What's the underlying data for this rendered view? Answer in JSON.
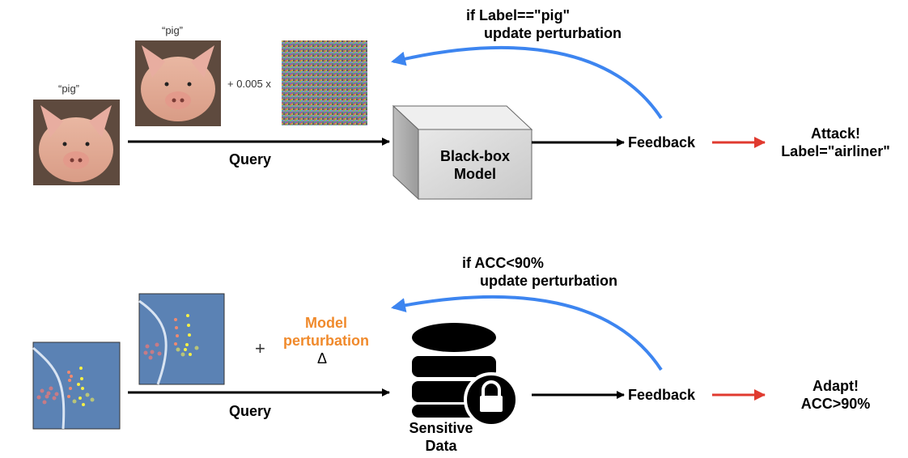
{
  "top": {
    "pig_label_left": "“pig”",
    "pig_label_right": "“pig”",
    "scale_text": "+ 0.005 x",
    "query_label": "Query",
    "model_label_line1": "Black-box",
    "model_label_line2": "Model",
    "feedback_label": "Feedback",
    "feedback_cond_line1": "if  Label==\"pig\"",
    "feedback_cond_line2": "update perturbation",
    "result_line1": "Attack!",
    "result_line2": "Label=\"airliner\""
  },
  "bottom": {
    "plus_sign": "+",
    "perturbation_line1": "Model",
    "perturbation_line2": "perturbation",
    "delta_symbol": "Δ",
    "query_label": "Query",
    "data_label_line1": "Sensitive",
    "data_label_line2": "Data",
    "feedback_label": "Feedback",
    "feedback_cond_line1": "if  ACC<90%",
    "feedback_cond_line2": "update perturbation",
    "result_line1": "Adapt!",
    "result_line2": "ACC>90%"
  },
  "colors": {
    "feedback_arc": "#3d85f0",
    "result_arrow": "#e03a2f",
    "perturbation_text": "#f08a2c",
    "plot_bg": "#5b82b4",
    "cube_face": "#d9d9d9"
  },
  "icons": [
    "pig-image",
    "noise-image",
    "scatter-plot",
    "database-icon",
    "lock-icon",
    "cube-model"
  ]
}
